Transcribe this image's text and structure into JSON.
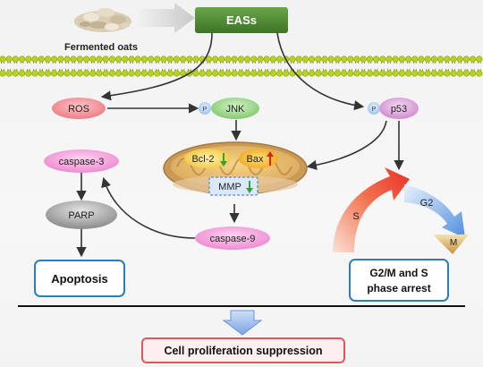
{
  "source": {
    "label": "Fermented oats"
  },
  "agent": {
    "label": "EASs"
  },
  "signals": {
    "ros": "ROS",
    "jnk": "JNK",
    "p53": "p53",
    "phospho": "P"
  },
  "mitochondrion": {
    "bcl2": "Bcl-2",
    "bax": "Bax",
    "mmp": "MMP"
  },
  "apoptosis_path": {
    "caspase3": "caspase-3",
    "parp": "PARP",
    "caspase9": "caspase-9",
    "outcome": "Apoptosis"
  },
  "cell_cycle": {
    "s": "S",
    "g2": "G2",
    "m": "M",
    "outcome_line1": "G2/M and S",
    "outcome_line2": "phase arrest"
  },
  "result": {
    "label": "Cell proliferation suppression"
  },
  "colors": {
    "eass_box": "#4e8a34",
    "membrane_head": "#b9d11f",
    "ros": "#f08a92",
    "jnk": "#8bd27a",
    "p53": "#d99ad8",
    "caspase": "#f29ad6",
    "parp": "#8c8c8c",
    "outcome_border": "#2a7fb8",
    "result_border": "#e0565e",
    "arrow_down": "#8fb2e8"
  }
}
